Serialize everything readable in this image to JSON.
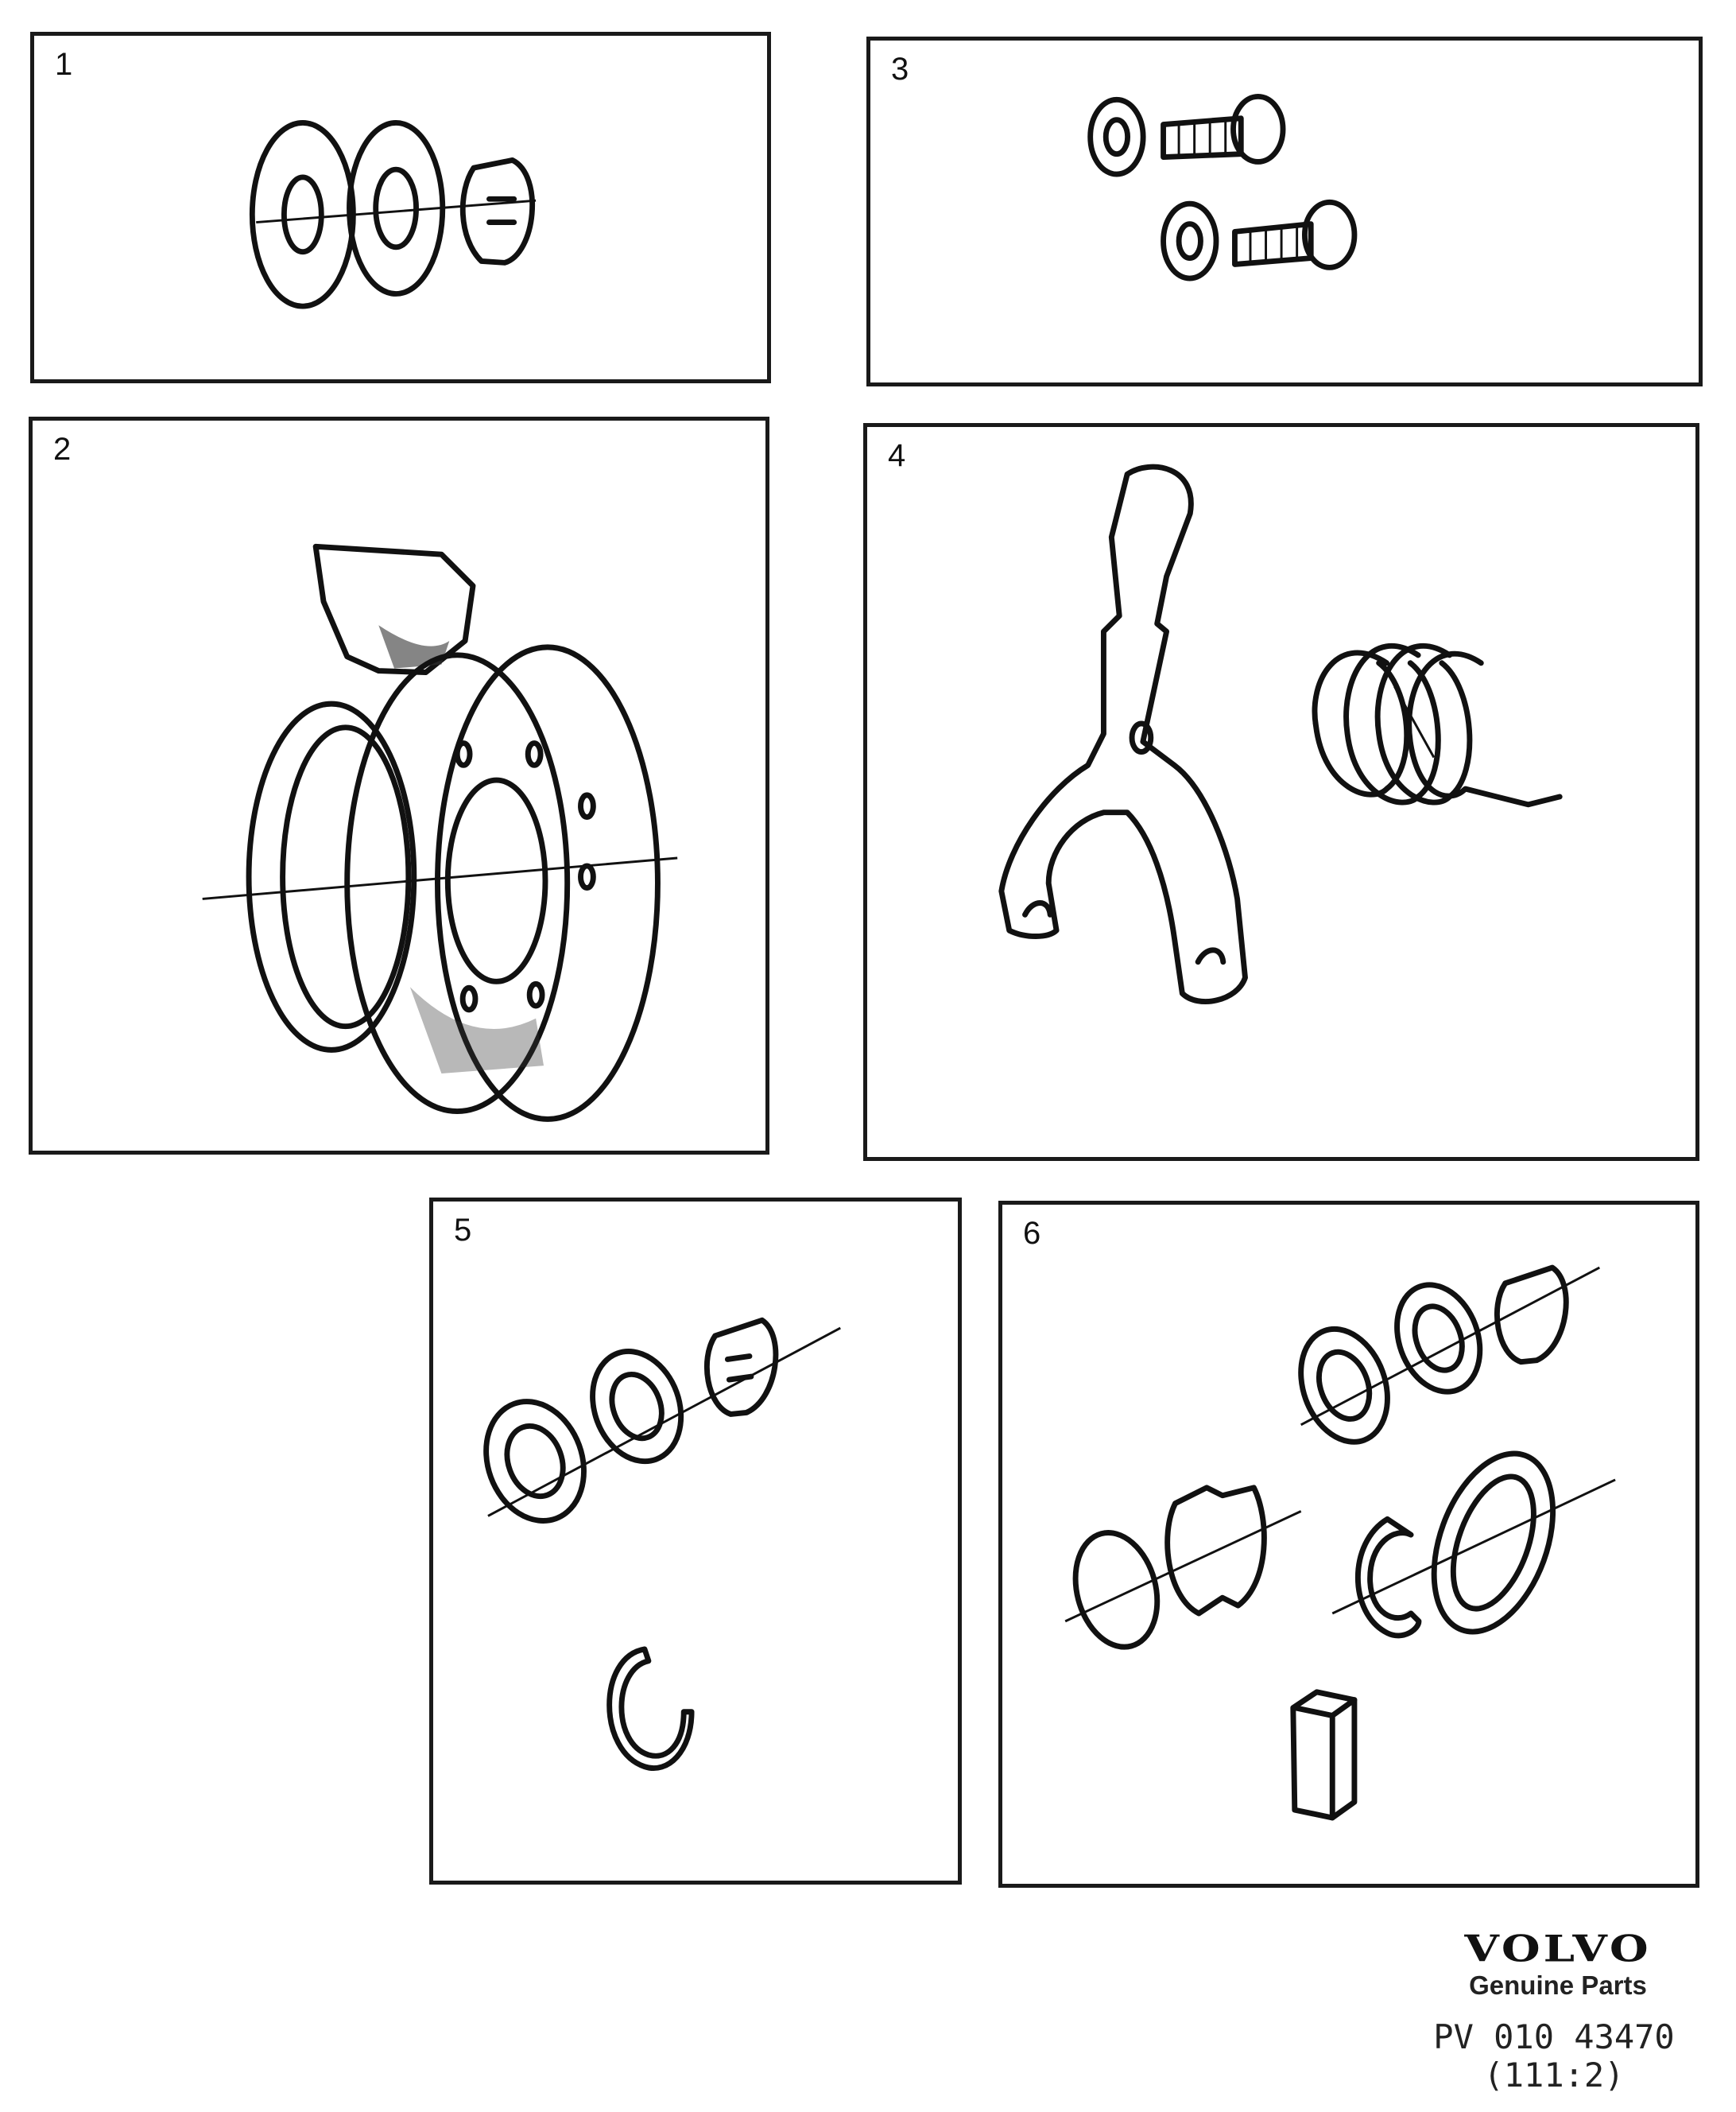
{
  "panels": [
    {
      "id": "p1",
      "number": "1",
      "icon": "washer-and-clip-icon"
    },
    {
      "id": "p2",
      "number": "2",
      "icon": "bushing-and-seal-icon"
    },
    {
      "id": "p3",
      "number": "3",
      "icon": "bolts-and-washers-icon"
    },
    {
      "id": "p4",
      "number": "4",
      "icon": "lever-and-spring-icon"
    },
    {
      "id": "p5",
      "number": "5",
      "icon": "washers-and-circlip-icon"
    },
    {
      "id": "p6",
      "number": "6",
      "icon": "seals-and-block-icon"
    }
  ],
  "brand": {
    "logo": "VOLVO",
    "tagline": "Genuine Parts"
  },
  "reference": {
    "code": "PV 010 43470",
    "sub": "(111:2)"
  }
}
